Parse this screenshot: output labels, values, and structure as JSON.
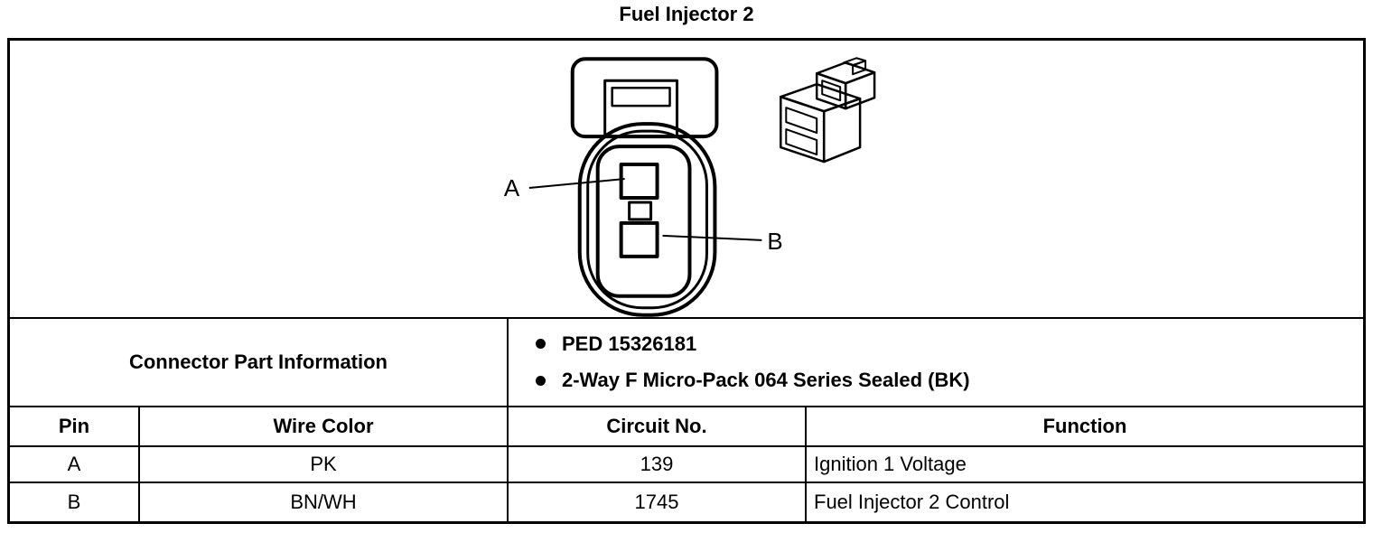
{
  "title": "Fuel Injector 2",
  "diagram": {
    "pin_a_label": "A",
    "pin_b_label": "B"
  },
  "connector_info": {
    "label": "Connector Part Information",
    "bullets": [
      "PED 15326181",
      "2-Way F Micro-Pack 064 Series Sealed (BK)"
    ]
  },
  "table": {
    "headers": [
      "Pin",
      "Wire Color",
      "Circuit No.",
      "Function"
    ],
    "rows": [
      [
        "A",
        "PK",
        "139",
        "Ignition 1 Voltage"
      ],
      [
        "B",
        "BN/WH",
        "1745",
        "Fuel Injector 2 Control"
      ]
    ]
  }
}
